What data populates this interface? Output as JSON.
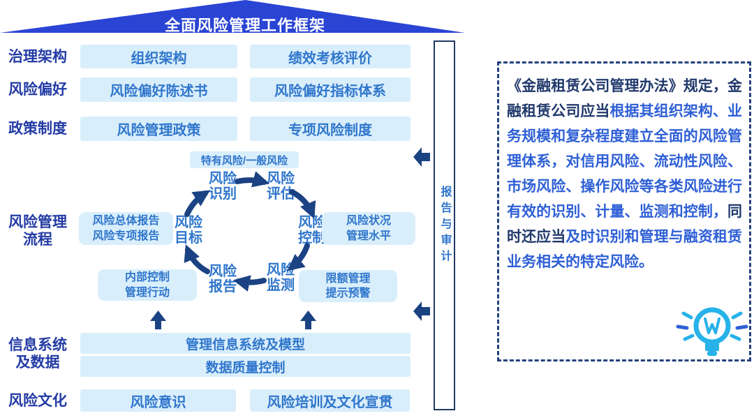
{
  "title": "全面风险管理工作框架",
  "governance": {
    "label": "治理架构",
    "box1": "组织架构",
    "box2": "绩效考核评价"
  },
  "appetite": {
    "label": "风险偏好",
    "box1": "风险偏好陈述书",
    "box2": "风险偏好指标体系"
  },
  "policy": {
    "label": "政策制度",
    "box1": "风险管理政策",
    "box2": "专项风险制度"
  },
  "process": {
    "label": "风险管理\n流程",
    "risk_types": "特有风险/一般风险",
    "cycle": {
      "identify": "风险\n识别",
      "assess": "风险\n评估",
      "control": "风险\n控制",
      "monitor": "风险\n监测",
      "report": "风险\n报告",
      "target": "风险\n目标"
    },
    "outputs": {
      "reports": "风险总体报告\n风险专项报告",
      "status": "风险状况\n管理水平",
      "internal_control": "内部控制\n管理行动",
      "limit_warning": "限额管理\n提示预警"
    }
  },
  "info_system": {
    "label": "信息系统\n及数据",
    "box1": "管理信息系统及模型",
    "box2": "数据质量控制"
  },
  "culture": {
    "label": "风险文化",
    "box1": "风险意识",
    "box2": "风险培训及文化宣贯"
  },
  "audit_bar": {
    "label": "报告与审计"
  },
  "note": {
    "segments": [
      {
        "color": "dark",
        "text": "《金融租赁公司管理办法》规定，金融租赁公司应当"
      },
      {
        "color": "blue",
        "text": "根据其组织架构、业务规模和复杂程度建立全面的风险管理体系，对信用风险、流动性风险、市场风险、操作风险等各类风险进行有效的识别、计量、监测和控制，"
      },
      {
        "color": "dark",
        "text": "同时还应当"
      },
      {
        "color": "blue",
        "text": "及时识别和管理与融资租赁业务相关的特定风险。"
      }
    ]
  },
  "icons": {
    "tip": "lightbulb-icon",
    "flow": "cycle-arrows",
    "feed": "up-arrows",
    "audit_feed": "left-arrows"
  },
  "colors": {
    "roof": "#2a44d4",
    "label_text": "#233ba4",
    "box_bg": "#d9eefb",
    "box_text": "#2f76cc",
    "arrow": "#1b4383",
    "bar_border": "#1f3864",
    "note_dark": "#20386b",
    "note_blue": "#2e5fd6",
    "bulb": "#27b2e9"
  }
}
